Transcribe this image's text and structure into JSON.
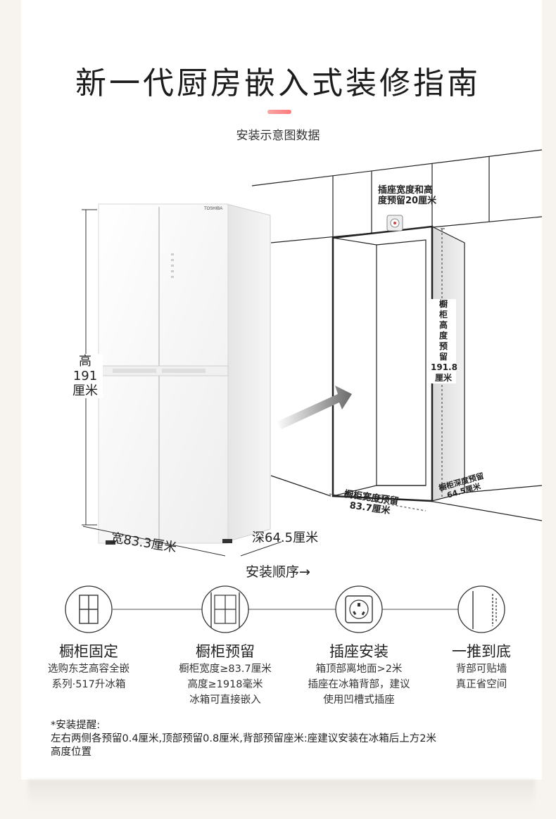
{
  "page": {
    "title": "新一代厨房嵌入式装修指南",
    "subtitle": "安装示意图数据"
  },
  "diagram": {
    "brand": "TOSHIBA",
    "socket_label": [
      "插座宽度和高",
      "度预留20厘米"
    ],
    "height_label": [
      "高",
      "191",
      "厘米"
    ],
    "width_label": "宽83.3厘米",
    "depth_label": "深64.5厘米",
    "cabinet_height_label": [
      "橱",
      "柜",
      "高",
      "度",
      "预",
      "留",
      "191.8",
      "厘米"
    ],
    "cabinet_width_label": [
      "橱柜宽度预留",
      "83.7厘米"
    ],
    "cabinet_depth_label": [
      "橱柜深度预留",
      "64.5厘米"
    ]
  },
  "steps": {
    "heading": "安装顺序→",
    "items": [
      {
        "icon": "cabinet-icon",
        "title": "橱柜固定",
        "lines": [
          "选购东芝高容全嵌",
          "系列·517升冰箱"
        ]
      },
      {
        "icon": "cabinet-space-icon",
        "title": "橱柜预留",
        "lines": [
          "橱柜宽度≥83.7厘米",
          "高度≥1918毫米",
          "冰箱可直接嵌入"
        ]
      },
      {
        "icon": "socket-icon",
        "title": "插座安装",
        "lines": [
          "箱顶部离地面>2米",
          "插座在冰箱背部，建议",
          "使用凹槽式插座"
        ]
      },
      {
        "icon": "push-icon",
        "title": "一推到底",
        "lines": [
          "背部可贴墙",
          "真正省空间"
        ]
      }
    ]
  },
  "note": {
    "heading": "*安装提醒:",
    "line1": "左右两侧各预留0.4厘米,顶部预留0.8厘米,背部预留座米:座建议安装在冰箱后上方2米",
    "line2": "高度位置"
  }
}
